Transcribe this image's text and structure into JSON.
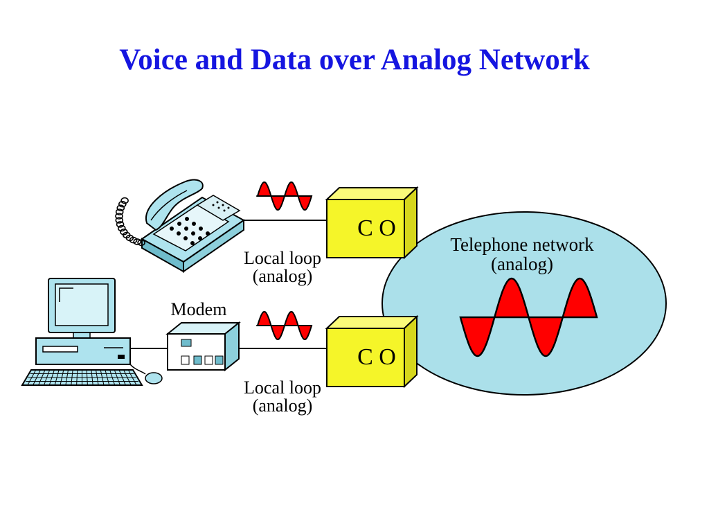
{
  "title": "Voice and Data over Analog Network",
  "colors": {
    "title": "#1515e0",
    "network_fill": "#abe0ea",
    "co_fill": "#f5f529",
    "wave_fill": "#ff0000",
    "device_fill": "#aee3ee"
  },
  "devices": {
    "telephone": {
      "icon": "telephone-icon"
    },
    "computer": {
      "icon": "computer-icon"
    },
    "modem": {
      "icon": "modem-icon",
      "label": "Modem"
    }
  },
  "links": [
    {
      "label_line1": "Local loop",
      "label_line2": "(analog)"
    },
    {
      "label_line1": "Local loop",
      "label_line2": "(analog)"
    }
  ],
  "central_offices": [
    {
      "label": "C O"
    },
    {
      "label": "C O"
    }
  ],
  "network": {
    "label_line1": "Telephone network",
    "label_line2": "(analog)"
  }
}
